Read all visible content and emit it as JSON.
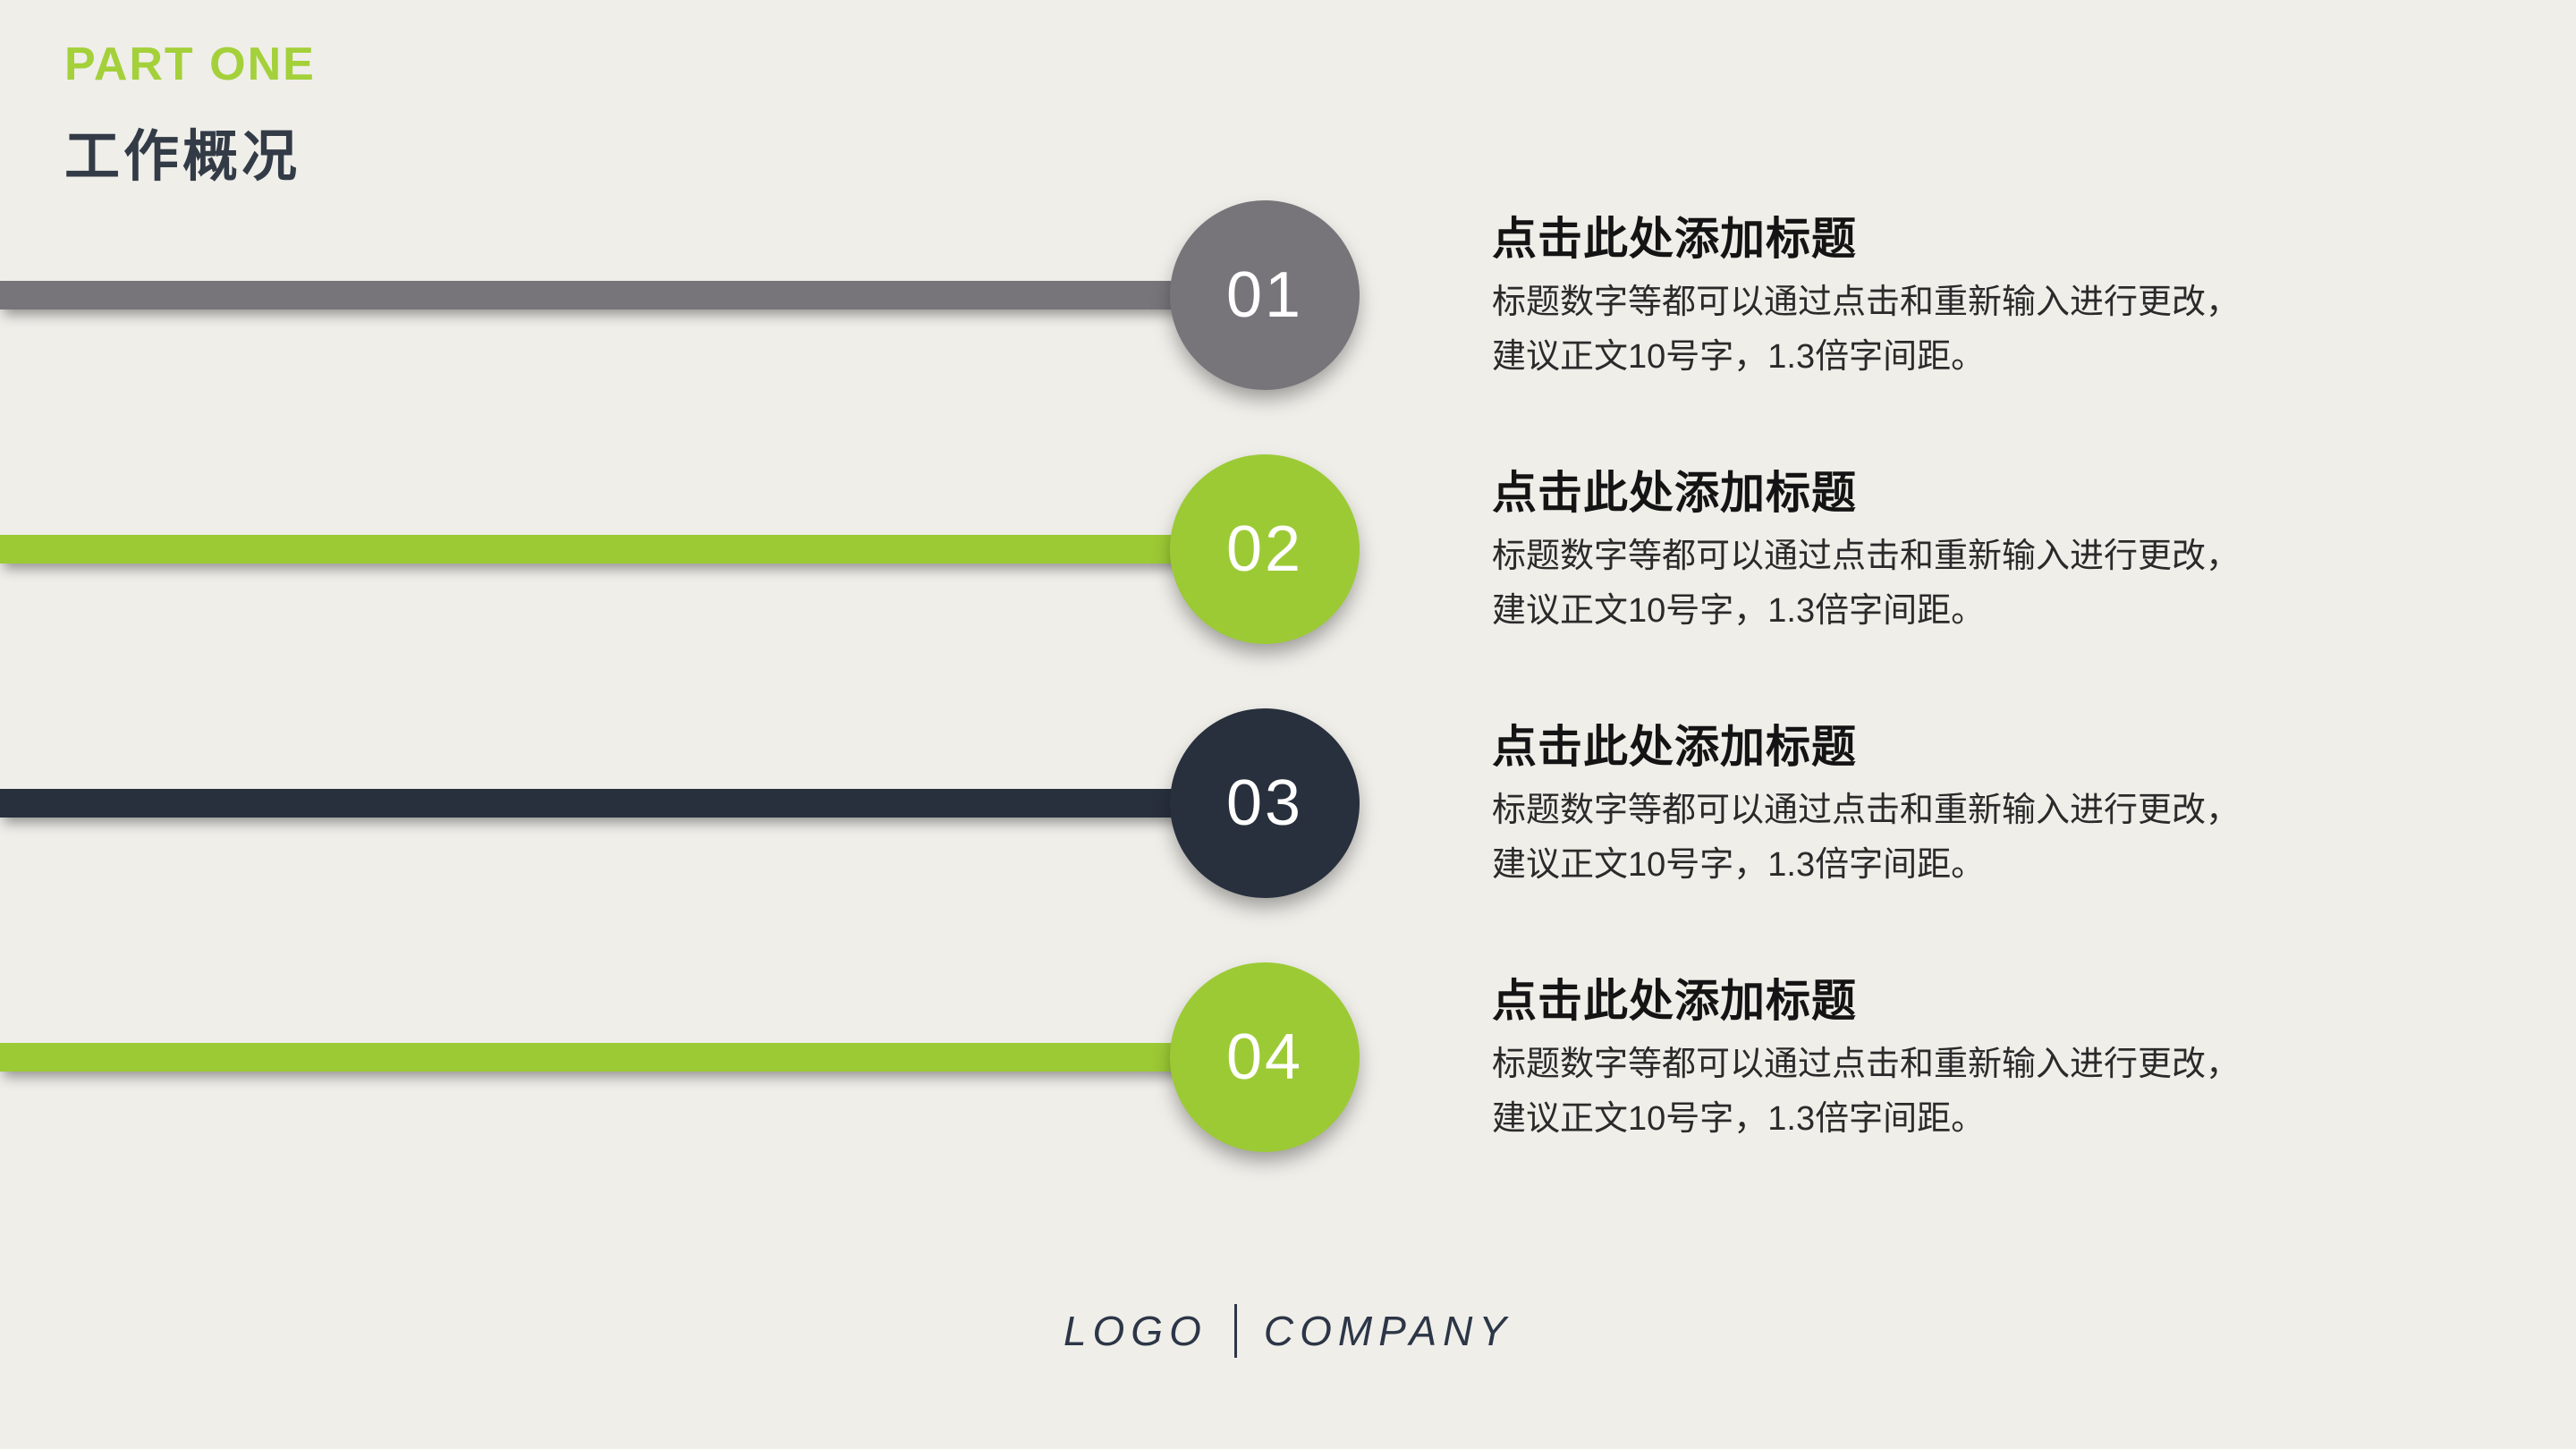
{
  "slide": {
    "kicker": "PART ONE",
    "kicker_color": "#a4d03a",
    "title": "工作概况",
    "title_color": "#333b47",
    "background": "#efeee9"
  },
  "items": [
    {
      "number": "01",
      "color": "#77757a",
      "heading": "点击此处添加标题",
      "body_line1": "标题数字等都可以通过点击和重新输入进行更改，",
      "body_line2": "建议正文10号字，1.3倍字间距。"
    },
    {
      "number": "02",
      "color": "#9cca35",
      "heading": "点击此处添加标题",
      "body_line1": "标题数字等都可以通过点击和重新输入进行更改，",
      "body_line2": "建议正文10号字，1.3倍字间距。"
    },
    {
      "number": "03",
      "color": "#28303d",
      "heading": "点击此处添加标题",
      "body_line1": "标题数字等都可以通过点击和重新输入进行更改，",
      "body_line2": "建议正文10号字，1.3倍字间距。"
    },
    {
      "number": "04",
      "color": "#9cca35",
      "heading": "点击此处添加标题",
      "body_line1": "标题数字等都可以通过点击和重新输入进行更改，",
      "body_line2": "建议正文10号字，1.3倍字间距。"
    }
  ],
  "footer": {
    "logo_text": "LOGO",
    "company_text": "COMPANY"
  }
}
